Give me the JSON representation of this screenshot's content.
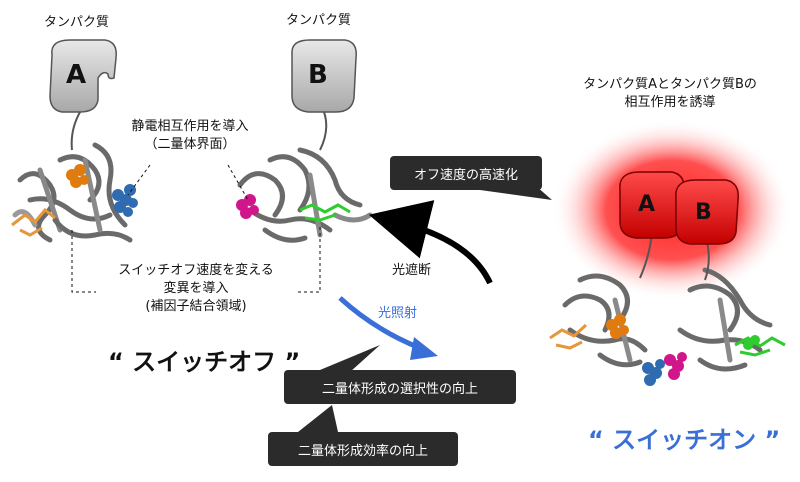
{
  "left_a": {
    "protein_label": "タンパク質",
    "letter": "A"
  },
  "left_b": {
    "protein_label": "タンパク質",
    "letter": "B"
  },
  "right": {
    "induce_text_line1": "タンパク質Aとタンパク質Bの",
    "induce_text_line2": "相互作用を誘導",
    "letter_a": "A",
    "letter_b": "B",
    "switch_on": "“ スイッチオン ”"
  },
  "annotations": {
    "electro_line1": "静電相互作用を導入",
    "electro_line2": "（二量体界面）",
    "mut_line1": "スイッチオフ速度を変える",
    "mut_line2": "変異を導入",
    "mut_line3": "(補因子結合領域)"
  },
  "switch_off": "“ スイッチオフ ”",
  "arrows": {
    "light_off": "光遮断",
    "light_on": "光照射"
  },
  "boxes": {
    "off_speed": "オフ速度の高速化",
    "selectivity": "二量体形成の選択性の向上",
    "efficiency": "二量体形成効率の向上"
  },
  "colors": {
    "switch_on": "#3a6fd8",
    "light_on_arrow": "#3a6fd8",
    "red_glow": "#ff1a1a"
  }
}
